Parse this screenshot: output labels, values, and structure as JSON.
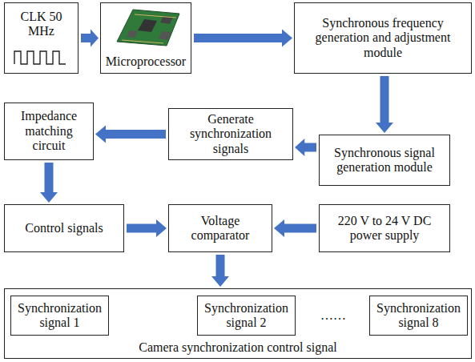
{
  "diagram": {
    "nodes": [
      {
        "text": [
          "CLK 50 MHz"
        ]
      },
      {
        "text": [
          "Microprocessor"
        ]
      },
      {
        "text": [
          "Synchronous frequency generation and adjustment module"
        ]
      },
      {
        "text": [
          "Synchronous signal generation module"
        ]
      },
      {
        "text": [
          "Generate synchronization signals"
        ]
      },
      {
        "text": [
          "Impedance matching circuit"
        ]
      },
      {
        "text": [
          "Control signals"
        ]
      },
      {
        "text": [
          "Voltage comparator"
        ]
      },
      {
        "text": [
          "220 V to 24 V DC power supply"
        ]
      },
      {
        "text": [
          "Camera synchronization control signal"
        ]
      },
      {
        "text": [
          "Synchronization signal 1"
        ],
        "in": 9
      },
      {
        "text": [
          "Synchronization signal 2"
        ],
        "in": 9
      },
      {
        "text": [
          "Synchronization signal 8"
        ],
        "in": 9
      }
    ],
    "edges": [
      {
        "from": 0,
        "to": 1,
        "arrow": "to"
      },
      {
        "from": 1,
        "to": 2,
        "arrow": "to"
      },
      {
        "from": 2,
        "to": 3,
        "arrow": "to"
      },
      {
        "from": 3,
        "to": 4,
        "arrow": "to"
      },
      {
        "from": 4,
        "to": 5,
        "arrow": "to"
      },
      {
        "from": 5,
        "to": 6,
        "arrow": "to"
      },
      {
        "from": 6,
        "to": 7,
        "arrow": "to"
      },
      {
        "from": 8,
        "to": 7,
        "arrow": "to"
      },
      {
        "from": 7,
        "to": 9,
        "arrow": "to"
      }
    ],
    "labels": [
      "……"
    ]
  }
}
